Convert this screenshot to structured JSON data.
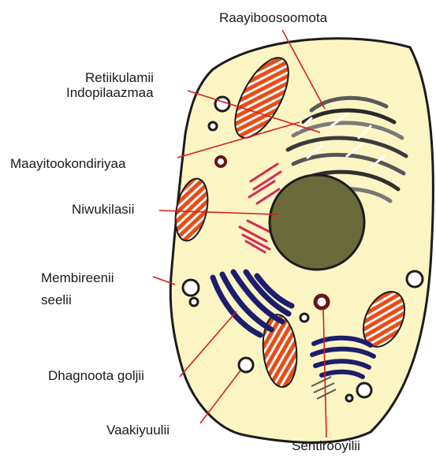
{
  "labels": {
    "ribosome": "Raayiboosoomota",
    "er_line1": "Retiikulamii",
    "er_line2": "Indopilaazmaa",
    "mitochondria": "Maayitookondiriyaa",
    "nucleus": "Niwukilasii",
    "membrane_line1": "Membireenii",
    "membrane_line2": "seelii",
    "golgi": "Dhagnoota goljii",
    "vacuole": "Vaakiyuulii",
    "centriole": "Sentirooyilii"
  },
  "colors": {
    "cytoplasm": "#fbf5c4",
    "membrane": "#1c1c1c",
    "nucleus": "#6b6a3a",
    "mitochondria_outer": "#e64a14",
    "golgi": "#1d1d6e",
    "leader_line": "#d81e1e",
    "er_pink": "#d62a55"
  }
}
